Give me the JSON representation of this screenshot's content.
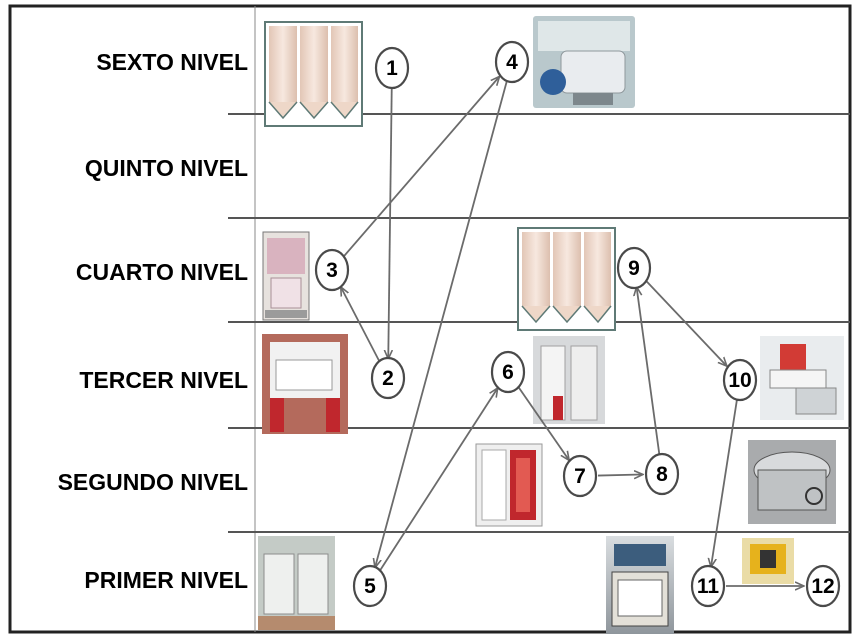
{
  "levels": [
    {
      "id": "sexto",
      "label": "SEXTO NIVEL"
    },
    {
      "id": "quinto",
      "label": "QUINTO NIVEL"
    },
    {
      "id": "cuarto",
      "label": "CUARTO NIVEL"
    },
    {
      "id": "tercer",
      "label": "TERCER NIVEL"
    },
    {
      "id": "segundo",
      "label": "SEGUNDO NIVEL"
    },
    {
      "id": "primer",
      "label": "PRIMER NIVEL"
    }
  ],
  "nodes": [
    {
      "id": "1",
      "label": "1"
    },
    {
      "id": "2",
      "label": "2"
    },
    {
      "id": "3",
      "label": "3"
    },
    {
      "id": "4",
      "label": "4"
    },
    {
      "id": "5",
      "label": "5"
    },
    {
      "id": "6",
      "label": "6"
    },
    {
      "id": "7",
      "label": "7"
    },
    {
      "id": "8",
      "label": "8"
    },
    {
      "id": "9",
      "label": "9"
    },
    {
      "id": "10",
      "label": "10"
    },
    {
      "id": "11",
      "label": "11"
    },
    {
      "id": "12",
      "label": "12"
    }
  ],
  "flow": [
    [
      "1",
      "2"
    ],
    [
      "2",
      "3"
    ],
    [
      "3",
      "4"
    ],
    [
      "4",
      "5"
    ],
    [
      "5",
      "6"
    ],
    [
      "6",
      "7"
    ],
    [
      "7",
      "8"
    ],
    [
      "8",
      "9"
    ],
    [
      "9",
      "10"
    ],
    [
      "10",
      "11"
    ],
    [
      "11",
      "12"
    ]
  ],
  "colors": {
    "line": "#555555",
    "arrow": "#6b6b6b",
    "silo": "#f1ddd0",
    "silo_border": "#5f7a76",
    "machine_red": "#c0272d"
  }
}
